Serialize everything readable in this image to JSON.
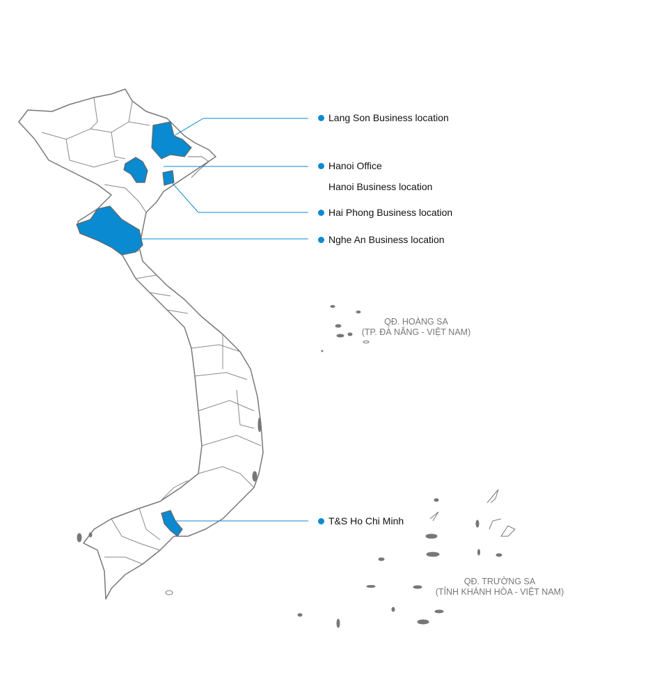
{
  "colors": {
    "accent": "#0a8ad0",
    "outline": "#777777",
    "fill": "#ffffff"
  },
  "locations": [
    {
      "id": "lang-son",
      "label": "Lang Son Business location",
      "bullet": true
    },
    {
      "id": "hanoi-office",
      "label": "Hanoi Office",
      "bullet": true
    },
    {
      "id": "hanoi-business",
      "label": "Hanoi Business location",
      "bullet": false
    },
    {
      "id": "hai-phong",
      "label": "Hai Phong Business location",
      "bullet": true
    },
    {
      "id": "nghe-an",
      "label": "Nghe An Business location",
      "bullet": true
    },
    {
      "id": "ho-chi-minh",
      "label": "T&S Ho Chi Minh",
      "bullet": true
    }
  ],
  "islands": {
    "hoang_sa": {
      "line1": "QĐ. HOÀNG SA",
      "line2": "(TP. ĐÀ NẴNG - VIỆT NAM)"
    },
    "truong_sa": {
      "line1": "QĐ. TRƯỜNG SA",
      "line2": "(TỈNH KHÁNH HÒA - VIỆT NAM)"
    }
  }
}
